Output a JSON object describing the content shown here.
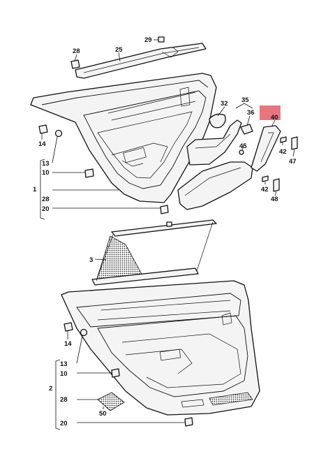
{
  "diagram": {
    "labels": {
      "p29": "29",
      "p28a": "28",
      "p25": "25",
      "p32": "32",
      "p35": "35",
      "p36": "36",
      "p40": "40",
      "p14a": "14",
      "p13a": "13",
      "p10a": "10",
      "p1": "1",
      "p28b": "28",
      "p20a": "20",
      "p45": "45",
      "p42a": "42",
      "p47": "47",
      "p42b": "42",
      "p48": "48",
      "p3": "3",
      "p14b": "14",
      "p13b": "13",
      "p10b": "10",
      "p2": "2",
      "p28c": "28",
      "p50": "50",
      "p20b": "20"
    },
    "highlight_color": "#e8767f"
  }
}
